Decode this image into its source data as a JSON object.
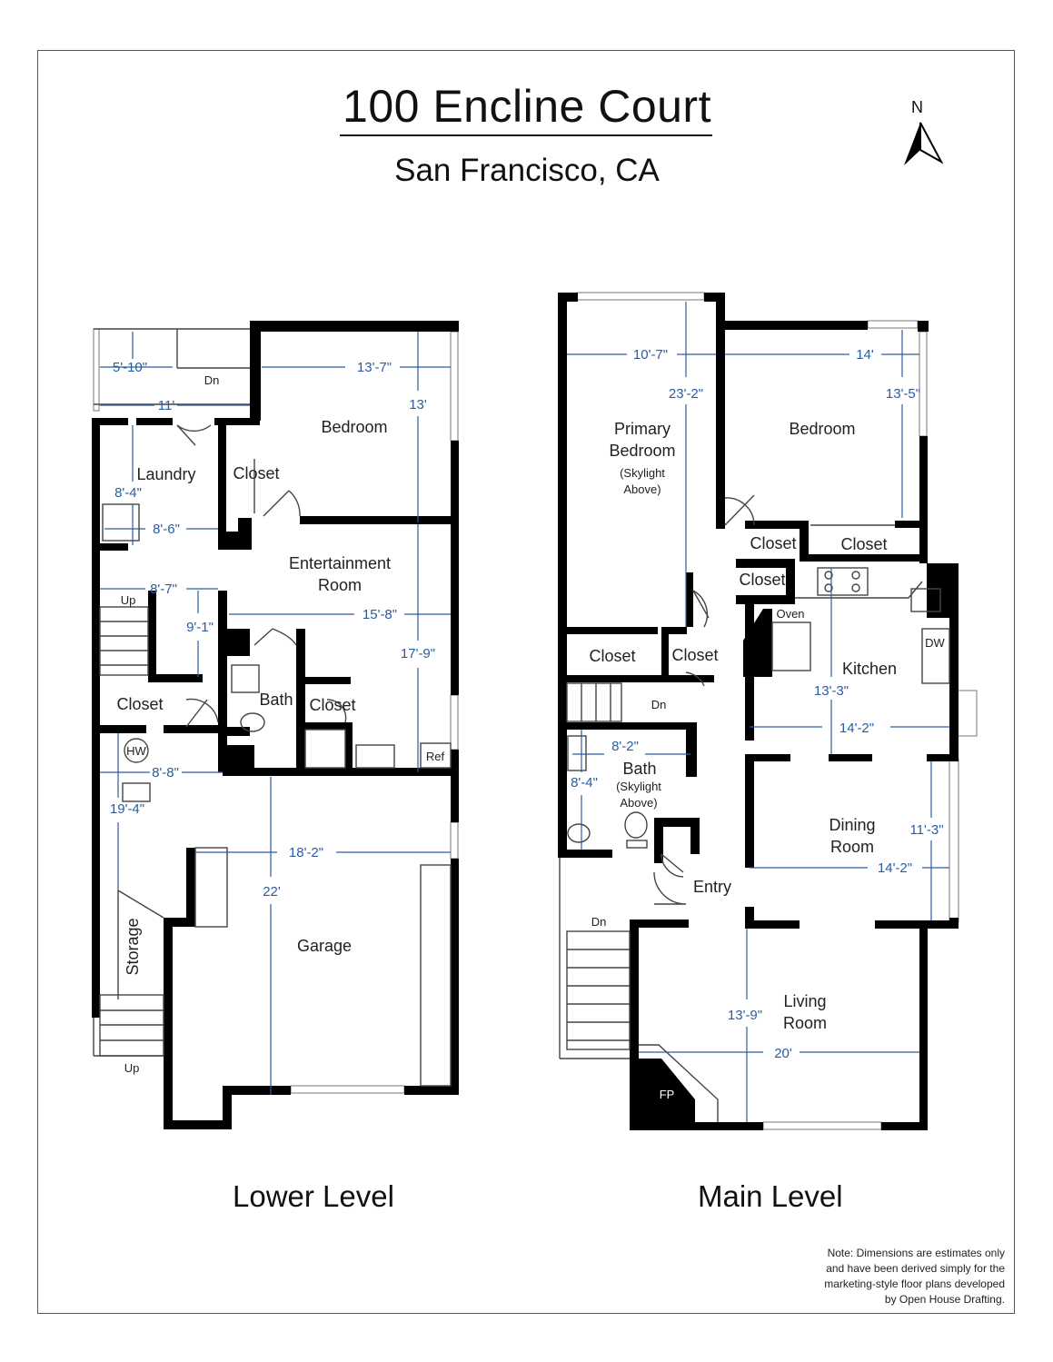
{
  "header": {
    "title": "100 Encline Court",
    "subtitle": "San Francisco, CA",
    "north": "N"
  },
  "levels": [
    {
      "label": "Lower Level"
    },
    {
      "label": "Main Level"
    }
  ],
  "lower": {
    "rooms": {
      "bedroom": "Bedroom",
      "laundry": "Laundry",
      "closet1": "Closet",
      "ent1": "Entertainment",
      "ent2": "Room",
      "bath": "Bath",
      "closet2": "Closet",
      "closet3": "Closet",
      "hw": "HW",
      "ref": "Ref",
      "garage": "Garage",
      "storage": "Storage",
      "up1": "Up",
      "up2": "Up",
      "dn": "Dn"
    },
    "dims": {
      "d1": "5'-10\"",
      "d2": "13'-7\"",
      "d3": "13'",
      "d4": "11'",
      "d5": "8'-4\"",
      "d6": "8'-6\"",
      "d7": "8'-7\"",
      "d8": "9'-1\"",
      "d9": "15'-8\"",
      "d10": "17'-9\"",
      "d11": "8'-8\"",
      "d12": "19'-4\"",
      "d13": "18'-2\"",
      "d14": "22'"
    }
  },
  "main": {
    "rooms": {
      "pb1": "Primary",
      "pb2": "Bedroom",
      "pb3": "(Skylight",
      "pb4": "Above)",
      "bedroom": "Bedroom",
      "closet1": "Closet",
      "closet2": "Closet",
      "closet3": "Closet",
      "closet4": "Closet",
      "closet5": "Closet",
      "oven": "Oven",
      "dw": "DW",
      "kitchen": "Kitchen",
      "dn1": "Dn",
      "bath1": "Bath",
      "bath2": "(Skylight",
      "bath3": "Above)",
      "dining1": "Dining",
      "dining2": "Room",
      "entry": "Entry",
      "dn2": "Dn",
      "living1": "Living",
      "living2": "Room",
      "fp": "FP"
    },
    "dims": {
      "d1": "10'-7\"",
      "d2": "14'",
      "d3": "23'-2\"",
      "d4": "13'-5\"",
      "d5": "13'-3\"",
      "d6": "14'-2\"",
      "d7": "8'-2\"",
      "d8": "8'-4\"",
      "d9": "11'-3\"",
      "d10": "14'-2\"",
      "d11": "13'-9\"",
      "d12": "20'"
    }
  },
  "note": {
    "line1": "Note: Dimensions are estimates only",
    "line2": "and have been derived simply for the",
    "line3": "marketing-style floor plans developed",
    "line4": "by Open House Drafting."
  }
}
